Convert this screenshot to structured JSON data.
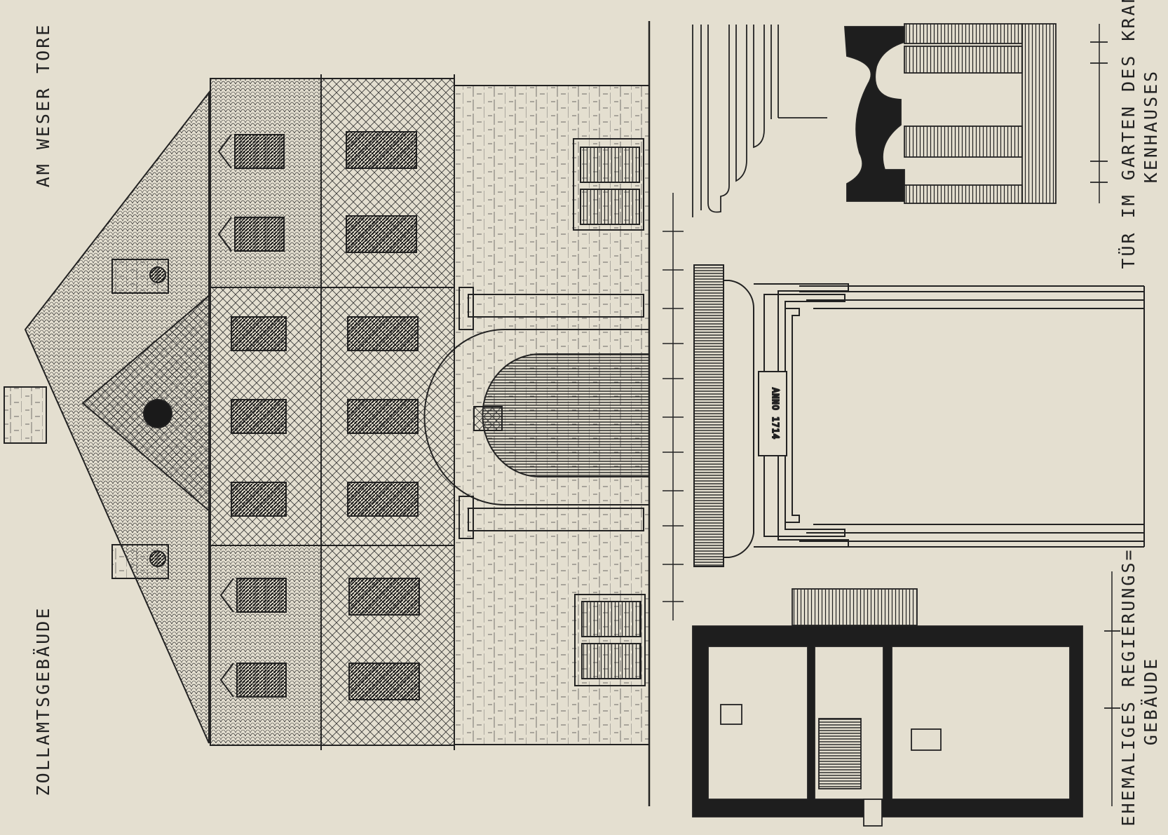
{
  "labels": {
    "facade_caption": "AM WESER TORE",
    "building_name": "ZOLLAMTSGEBÄUDE",
    "plan_caption_line1": "EHEMALIGES REGIERUNGS=",
    "plan_caption_line2": "GEBÄUDE",
    "door_caption_line1": "TÜR IM GARTEN DES KRAN",
    "door_caption_line2": "KENHAUSES",
    "cartouche_text": "ANNO 1714"
  },
  "palette": {
    "paper": "#e4dfd0",
    "ink": "#222222",
    "wall_fill": "#1e1e1e"
  }
}
